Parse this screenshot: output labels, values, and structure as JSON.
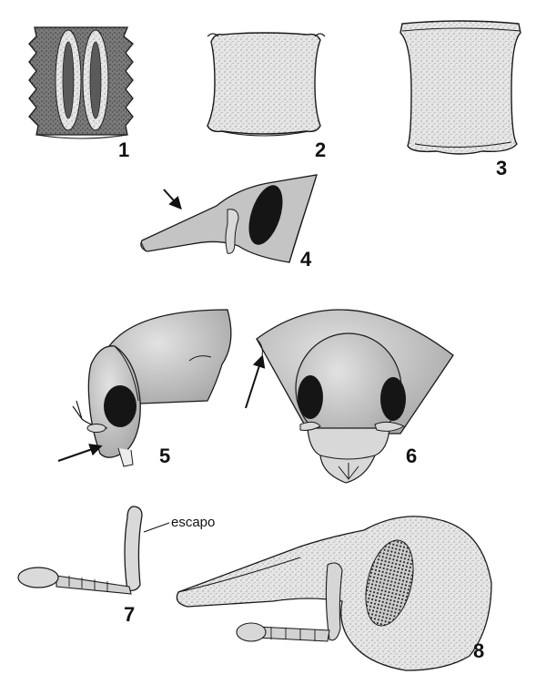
{
  "figure_numbers": [
    "1",
    "2",
    "3",
    "4",
    "5",
    "6",
    "7",
    "8"
  ],
  "annotations": {
    "escapo": "escapo"
  },
  "colors": {
    "grey_fill": "#bdbdbd",
    "stipple_fill": "#dedede",
    "dark_fill": "#6a6a6a",
    "eye": "#151515",
    "outline": "#1a1a1a"
  }
}
